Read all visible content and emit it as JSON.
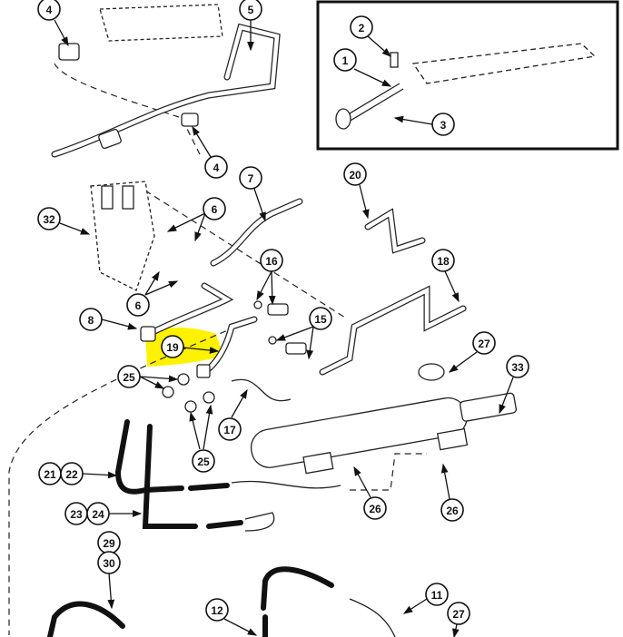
{
  "diagram": {
    "highlight_color": "#fff200",
    "highlighted_part": "19",
    "callouts": [
      "4",
      "5",
      "2",
      "1",
      "3",
      "4",
      "7",
      "20",
      "32",
      "6",
      "6",
      "16",
      "18",
      "8",
      "19",
      "15",
      "27",
      "33",
      "25",
      "25",
      "17",
      "21",
      "22",
      "23",
      "24",
      "26",
      "26",
      "29",
      "30",
      "12",
      "11",
      "27"
    ]
  }
}
